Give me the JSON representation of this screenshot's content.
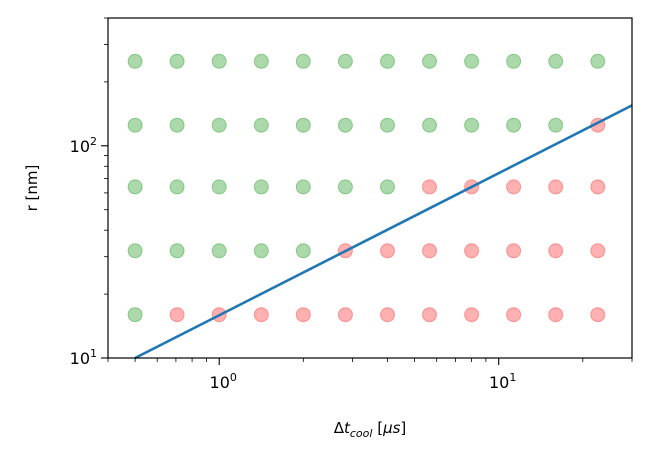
{
  "chart_data": {
    "type": "scatter",
    "xlabel": "Δt_cool [μs]",
    "ylabel": "r [nm]",
    "xscale": "log",
    "yscale": "log",
    "xlim": [
      0.4,
      30
    ],
    "ylim": [
      10,
      400
    ],
    "grid": false,
    "x_ticks": [
      {
        "value": 1,
        "base": "10",
        "exp": "0"
      },
      {
        "value": 10,
        "base": "10",
        "exp": "1"
      }
    ],
    "y_ticks": [
      {
        "value": 10,
        "base": "10",
        "exp": "1"
      },
      {
        "value": 100,
        "base": "10",
        "exp": "2"
      }
    ],
    "x": [
      0.5,
      0.707,
      1.0,
      1.414,
      2.0,
      2.828,
      4.0,
      5.657,
      8.0,
      11.31,
      16.0,
      22.63
    ],
    "series": [
      {
        "color": "#2ca02c",
        "points": [
          [
            0.5,
            250
          ],
          [
            0.707,
            250
          ],
          [
            1.0,
            250
          ],
          [
            1.414,
            250
          ],
          [
            2.0,
            250
          ],
          [
            2.828,
            250
          ],
          [
            4.0,
            250
          ],
          [
            5.657,
            250
          ],
          [
            8.0,
            250
          ],
          [
            11.31,
            250
          ],
          [
            16.0,
            250
          ],
          [
            22.63,
            250
          ],
          [
            0.5,
            125
          ],
          [
            0.707,
            125
          ],
          [
            1.0,
            125
          ],
          [
            1.414,
            125
          ],
          [
            2.0,
            125
          ],
          [
            2.828,
            125
          ],
          [
            4.0,
            125
          ],
          [
            5.657,
            125
          ],
          [
            8.0,
            125
          ],
          [
            11.31,
            125
          ],
          [
            16.0,
            125
          ],
          [
            0.5,
            64
          ],
          [
            0.707,
            64
          ],
          [
            1.0,
            64
          ],
          [
            1.414,
            64
          ],
          [
            2.0,
            64
          ],
          [
            2.828,
            64
          ],
          [
            4.0,
            64
          ],
          [
            0.5,
            32
          ],
          [
            0.707,
            32
          ],
          [
            1.0,
            32
          ],
          [
            1.414,
            32
          ],
          [
            2.0,
            32
          ],
          [
            0.5,
            16
          ]
        ]
      },
      {
        "color": "#ff3b3b",
        "points": [
          [
            22.63,
            125
          ],
          [
            5.657,
            64
          ],
          [
            8.0,
            64
          ],
          [
            11.31,
            64
          ],
          [
            16.0,
            64
          ],
          [
            22.63,
            64
          ],
          [
            2.828,
            32
          ],
          [
            4.0,
            32
          ],
          [
            5.657,
            32
          ],
          [
            8.0,
            32
          ],
          [
            11.31,
            32
          ],
          [
            16.0,
            32
          ],
          [
            22.63,
            32
          ],
          [
            0.707,
            16
          ],
          [
            1.0,
            16
          ],
          [
            1.414,
            16
          ],
          [
            2.0,
            16
          ],
          [
            2.828,
            16
          ],
          [
            4.0,
            16
          ],
          [
            5.657,
            16
          ],
          [
            8.0,
            16
          ],
          [
            11.31,
            16
          ],
          [
            16.0,
            16
          ],
          [
            22.63,
            16
          ]
        ]
      }
    ],
    "line": {
      "type": "line",
      "color": "#1f77b4",
      "x": [
        0.5,
        30
      ],
      "y": [
        10,
        155
      ]
    }
  }
}
